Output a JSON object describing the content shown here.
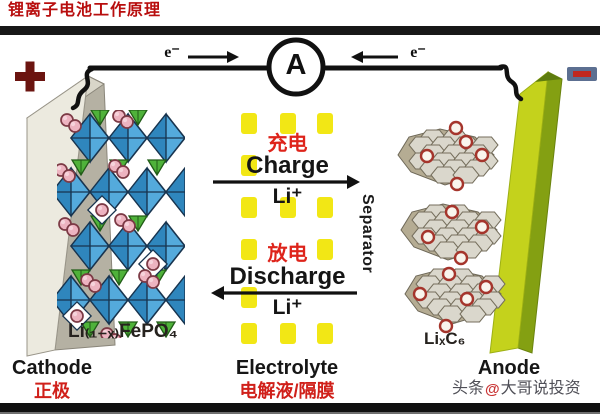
{
  "title": "锂离子电池工作原理",
  "circuit": {
    "ammeter_label": "A",
    "electron_left": "e⁻",
    "electron_right": "e⁻",
    "positive_terminal": "+",
    "negative_terminal": "−"
  },
  "center": {
    "charge_cn": "充电",
    "charge_en": "Charge",
    "charge_carrier": "Li⁺",
    "discharge_cn": "放电",
    "discharge_en": "Discharge",
    "discharge_carrier": "Li⁺",
    "separator_label": "Separator",
    "electrolyte_en": "Electrolyte",
    "electrolyte_cn": "电解液/隔膜"
  },
  "cathode": {
    "formula": "Li₍₁₋ₓ₎FePO₄",
    "label_en": "Cathode",
    "label_cn": "正极"
  },
  "anode": {
    "formula": "LiₓC₆",
    "label_en": "Anode"
  },
  "watermark": {
    "prefix": "头条",
    "at": "@",
    "name": "大哥说投资"
  },
  "colors": {
    "accent_red": "#de241b",
    "title_red": "#b80e0e",
    "electrolyte_yellow": "#f2e715",
    "cathode_blue": "#54aadc",
    "tetra_green": "#4fb23a",
    "anode_plate_green": "#c4d21c",
    "ion_pink": "#edb3c0",
    "ion_ring_red": "#a5352c"
  }
}
